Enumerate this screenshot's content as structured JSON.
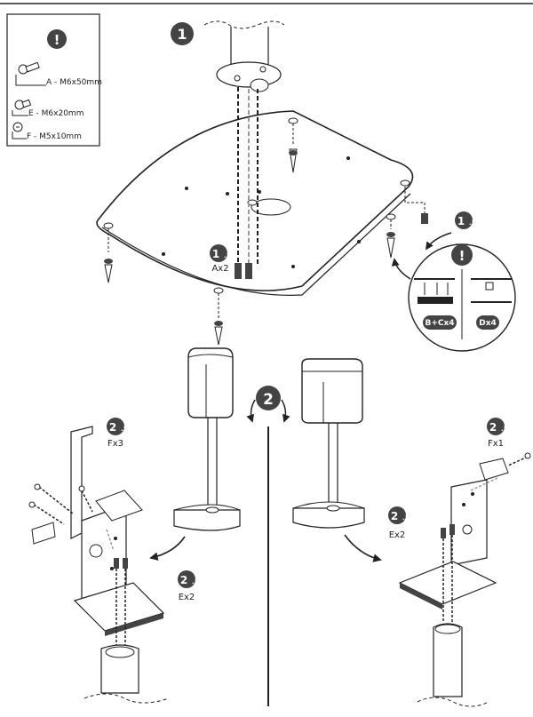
{
  "legend": {
    "items": [
      {
        "code": "A",
        "text": "A - M6x50mm"
      },
      {
        "code": "E",
        "text": "E - M6x20mm"
      },
      {
        "code": "F",
        "text": "F - M5x10mm"
      }
    ]
  },
  "steps": {
    "step1": {
      "number": "1"
    },
    "step1_1": {
      "main": "1",
      "sub": ".1",
      "qty": "Ax2"
    },
    "step1_2": {
      "main": "1",
      "sub": ".2"
    },
    "step2": {
      "number": "2"
    },
    "step2_1_left": {
      "main": "2",
      "sub": ".1",
      "qty": "Ex2"
    },
    "step2_2_left": {
      "main": "2",
      "sub": ".2",
      "qty": "Fx3"
    },
    "step2_1_right": {
      "main": "2",
      "sub": ".1",
      "qty": "Ex2"
    },
    "step2_2_right": {
      "main": "2",
      "sub": ".2",
      "qty": "Fx1"
    }
  },
  "options": {
    "option_a": "B+Cx4",
    "option_b": "Dx4"
  },
  "colors": {
    "ink": "#222222",
    "badge": "#444444",
    "guide_gray": "#9a9a9a"
  }
}
